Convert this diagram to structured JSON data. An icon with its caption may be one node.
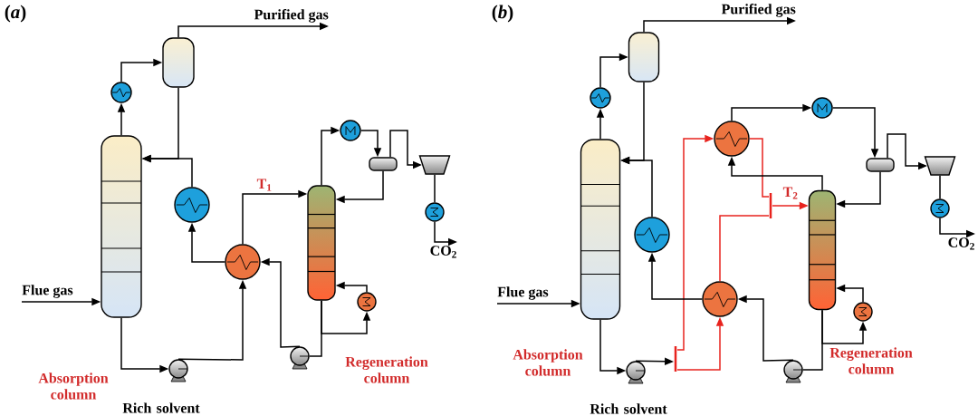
{
  "diagram": {
    "nodes": [
      {
        "text": [],
        "shape": "cylinder",
        "beside": [
          "Absorption column"
        ]
      },
      {
        "text": [],
        "shape": "circle"
      },
      {
        "text": [],
        "shape": "cylinder"
      },
      {
        "text": [],
        "shape": "circle"
      },
      {
        "text": [],
        "shape": "circle"
      },
      {
        "text": [],
        "shape": "circle",
        "beside": [
          "Rich solvent"
        ]
      },
      {
        "text": [],
        "shape": "circle"
      },
      {
        "text": [],
        "shape": "cylinder",
        "beside": [
          "Regeneration column"
        ]
      },
      {
        "text": [],
        "shape": "circle"
      },
      {
        "text": [],
        "shape": "cylinder"
      },
      {
        "text": [],
        "shape": "trapezoid"
      },
      {
        "text": [],
        "shape": "circle"
      },
      {
        "text": [],
        "shape": "circle"
      },
      {
        "text": [
          "Purified gas"
        ]
      },
      {
        "text": [
          "Flue gas"
        ]
      },
      {
        "text": [
          "CO$_{2}$"
        ]
      },
      {
        "text": [],
        "shape": "cylinder",
        "beside": [
          "Absorption column"
        ]
      },
      {
        "text": [],
        "shape": "circle"
      },
      {
        "text": [],
        "shape": "cylinder"
      },
      {
        "text": [],
        "shape": "circle"
      },
      {
        "text": [],
        "shape": "circle"
      },
      {
        "text": [],
        "shape": "circle"
      },
      {
        "text": [],
        "shape": "bar"
      },
      {
        "text": [],
        "shape": "bar"
      },
      {
        "text": [],
        "shape": "circle",
        "beside": [
          "Rich solvent"
        ]
      },
      {
        "text": [],
        "shape": "circle"
      },
      {
        "text": [],
        "shape": "cylinder",
        "beside": [
          "Regeneration column"
        ]
      },
      {
        "text": [],
        "shape": "circle"
      },
      {
        "text": [],
        "shape": "cylinder"
      },
      {
        "text": [],
        "shape": "trapezoid"
      },
      {
        "text": [],
        "shape": "circle"
      },
      {
        "text": [],
        "shape": "circle"
      },
      {
        "text": [
          "Purified gas"
        ]
      },
      {
        "text": [
          "Flue gas"
        ]
      },
      {
        "text": [
          "CO$_{2}$"
        ]
      }
    ],
    "edges": [
      {
        "from": 0,
        "to": 1,
        "arrow": "to"
      },
      {
        "from": 1,
        "to": 2,
        "arrow": "to"
      },
      {
        "from": 2,
        "to": 13,
        "arrow": "to"
      },
      {
        "from": 2,
        "to": 0,
        "arrow": "to"
      },
      {
        "from": 3,
        "to": 0,
        "arrow": "to"
      },
      {
        "from": 0,
        "to": 5,
        "arrow": "to"
      },
      {
        "from": 5,
        "to": 4,
        "arrow": "to"
      },
      {
        "from": 4,
        "to": 7,
        "arrow": "to",
        "label": "T$_{1}$"
      },
      {
        "from": 7,
        "to": 6,
        "arrow": "none"
      },
      {
        "from": 7,
        "to": 12,
        "arrow": "to"
      },
      {
        "from": 12,
        "to": 7,
        "arrow": "to"
      },
      {
        "from": 6,
        "to": 4,
        "arrow": "to"
      },
      {
        "from": 4,
        "to": 3,
        "arrow": "to"
      },
      {
        "from": 7,
        "to": 8,
        "arrow": "to"
      },
      {
        "from": 8,
        "to": 9,
        "arrow": "to"
      },
      {
        "from": 9,
        "to": 7,
        "arrow": "to"
      },
      {
        "from": 9,
        "to": 10,
        "arrow": "to"
      },
      {
        "from": 10,
        "to": 11,
        "arrow": "none"
      },
      {
        "from": 11,
        "to": 15,
        "arrow": "to"
      },
      {
        "from": 14,
        "to": 0,
        "arrow": "to"
      },
      {
        "from": 16,
        "to": 17,
        "arrow": "to"
      },
      {
        "from": 17,
        "to": 18,
        "arrow": "to"
      },
      {
        "from": 18,
        "to": 32,
        "arrow": "to"
      },
      {
        "from": 18,
        "to": 16,
        "arrow": "to"
      },
      {
        "from": 19,
        "to": 16,
        "arrow": "to"
      },
      {
        "from": 16,
        "to": 24,
        "arrow": "to"
      },
      {
        "from": 24,
        "to": 22,
        "arrow": "to"
      },
      {
        "from": 22,
        "to": 20,
        "arrow": "to",
        "color": "#e8231e"
      },
      {
        "from": 22,
        "to": 21,
        "arrow": "to",
        "color": "#e8231e"
      },
      {
        "from": 20,
        "to": 23,
        "arrow": "none",
        "color": "#e8231e"
      },
      {
        "from": 21,
        "to": 23,
        "arrow": "none",
        "color": "#e8231e"
      },
      {
        "from": 23,
        "to": 26,
        "arrow": "to",
        "color": "#e8231e",
        "label": "T$_{2}$"
      },
      {
        "from": 26,
        "to": 20,
        "arrow": "to"
      },
      {
        "from": 20,
        "to": 27,
        "arrow": "to"
      },
      {
        "from": 27,
        "to": 28,
        "arrow": "to"
      },
      {
        "from": 28,
        "to": 26,
        "arrow": "to"
      },
      {
        "from": 28,
        "to": 29,
        "arrow": "to"
      },
      {
        "from": 29,
        "to": 30,
        "arrow": "none"
      },
      {
        "from": 30,
        "to": 34,
        "arrow": "to"
      },
      {
        "from": 26,
        "to": 25,
        "arrow": "none"
      },
      {
        "from": 26,
        "to": 31,
        "arrow": "to"
      },
      {
        "from": 31,
        "to": 26,
        "arrow": "to"
      },
      {
        "from": 25,
        "to": 21,
        "arrow": "to"
      },
      {
        "from": 21,
        "to": 19,
        "arrow": "to"
      },
      {
        "from": 33,
        "to": 16,
        "arrow": "to"
      }
    ],
    "labels": [
      "(*a*)",
      "(*b*)"
    ]
  }
}
